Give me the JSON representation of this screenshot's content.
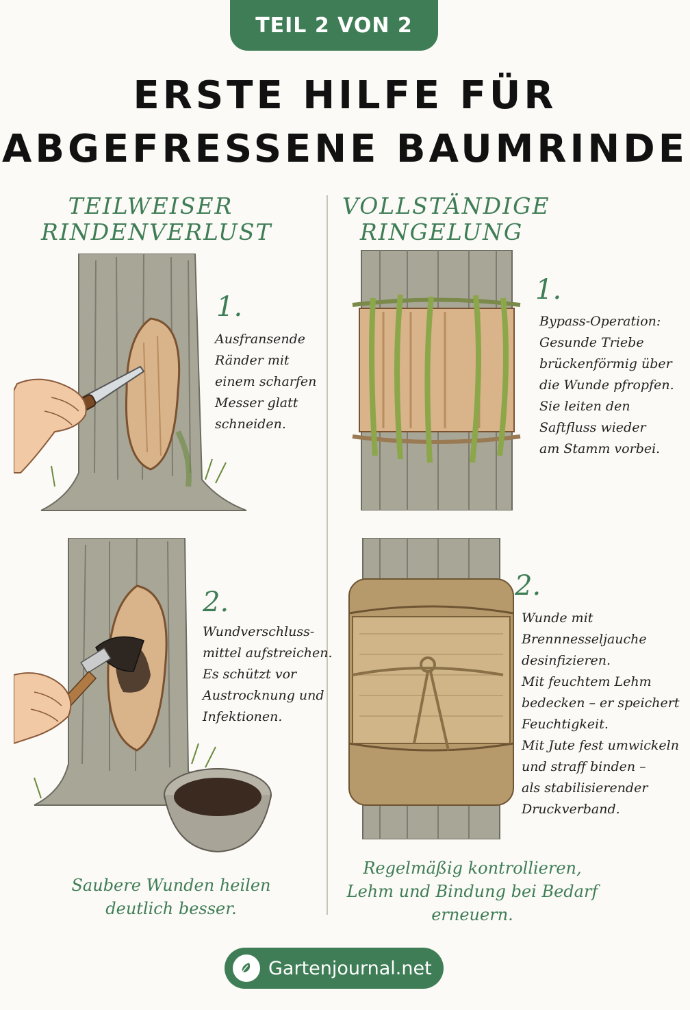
{
  "badge": "TEIL 2 VON 2",
  "title": {
    "line1": "ERSTE HILFE FÜR",
    "line2": "ABGEFRESSENE BAUMRINDE"
  },
  "left": {
    "heading_line1": "TEILWEISER",
    "heading_line2": "RINDENVERLUST",
    "steps": [
      {
        "number": "1.",
        "text": "Ausfransende\nRänder mit\neinem scharfen\nMesser glatt\nschneiden."
      },
      {
        "number": "2.",
        "text": "Wundverschluss-\nmittel aufstreichen.\nEs schützt vor\nAustrocknung und\nInfektionen."
      }
    ],
    "note": "Saubere Wunden heilen\ndeutlich besser."
  },
  "right": {
    "heading_line1": "VOLLSTÄNDIGE",
    "heading_line2": "RINGELUNG",
    "steps": [
      {
        "number": "1.",
        "text": "Bypass-Operation:\nGesunde Triebe\nbrückenförmig über\ndie Wunde pfropfen.\nSie leiten den\nSaftfluss wieder\nam Stamm vorbei."
      },
      {
        "number": "2.",
        "text": "Wunde mit\nBrennnesseljauche\ndesinfizieren.\nMit feuchtem Lehm\nbedecken – er speichert\nFeuchtigkeit.\nMit Jute fest umwickeln\nund straff binden –\nals stabilisierender\nDruckverband."
      }
    ],
    "note": "Regelmäßig kontrollieren,\nLehm und Bindung bei Bedarf\nerneuern."
  },
  "footer": {
    "brand": "Gartenjournal.net",
    "icon": "leaf-icon"
  },
  "colors": {
    "accent": "#3f7d56",
    "bark": "#9a9788",
    "wood": "#d9b389",
    "jute": "#b79a6c"
  }
}
